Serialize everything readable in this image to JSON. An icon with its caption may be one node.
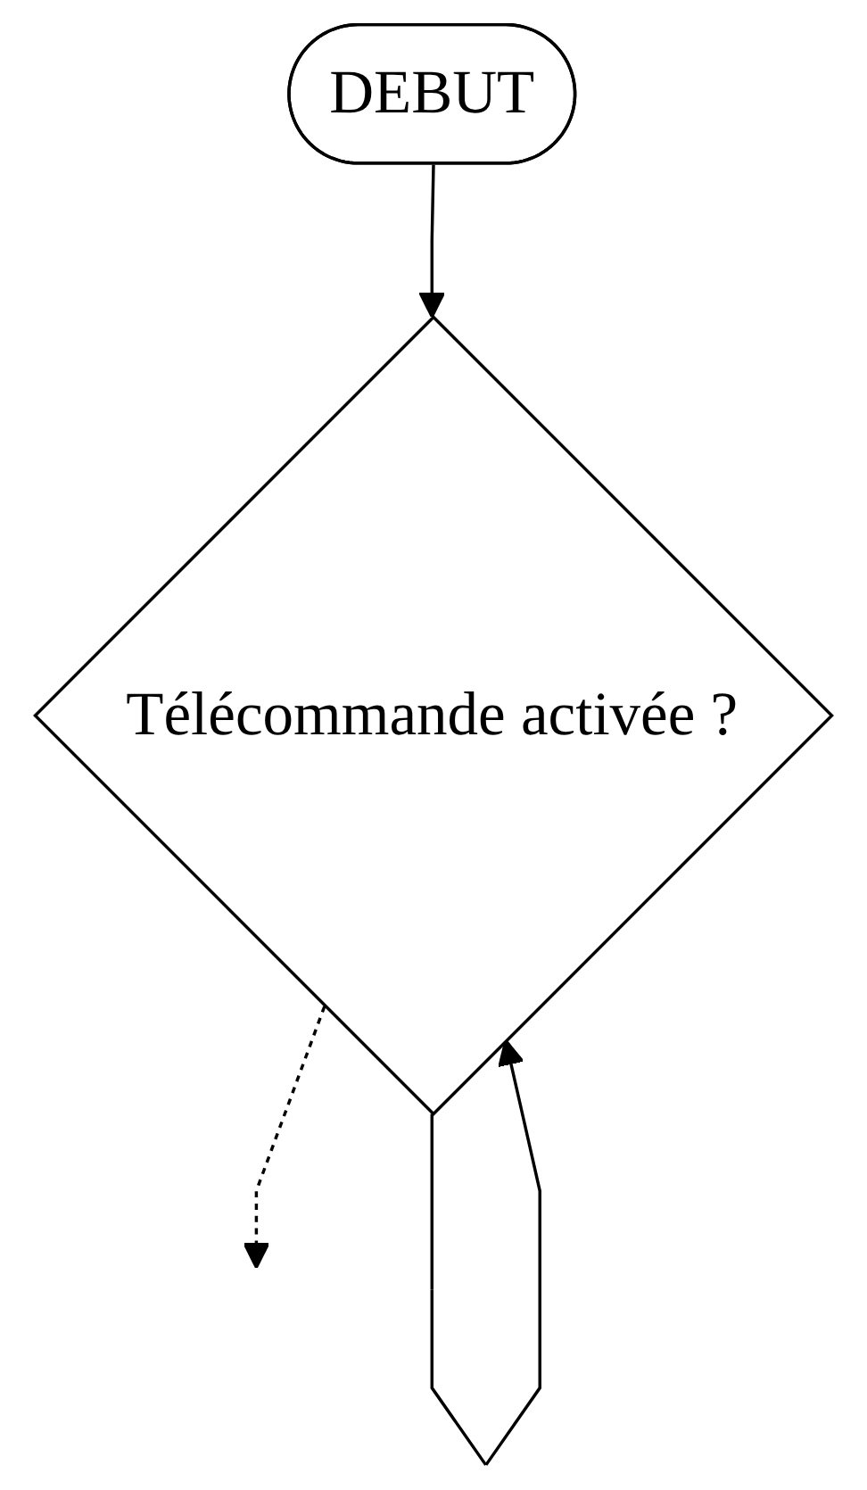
{
  "diagram": {
    "nodes": [
      {
        "text": [
          "DEBUT"
        ]
      },
      {
        "text": [
          "Télécommande activée ?"
        ]
      }
    ],
    "edges": [
      {
        "from": 0,
        "to": 1,
        "arrow": "to"
      },
      {
        "from": 1,
        "to": 1,
        "arrow": "to"
      },
      {
        "from": 1,
        "to": null,
        "arrow": "to",
        "style": "dashed"
      }
    ]
  }
}
